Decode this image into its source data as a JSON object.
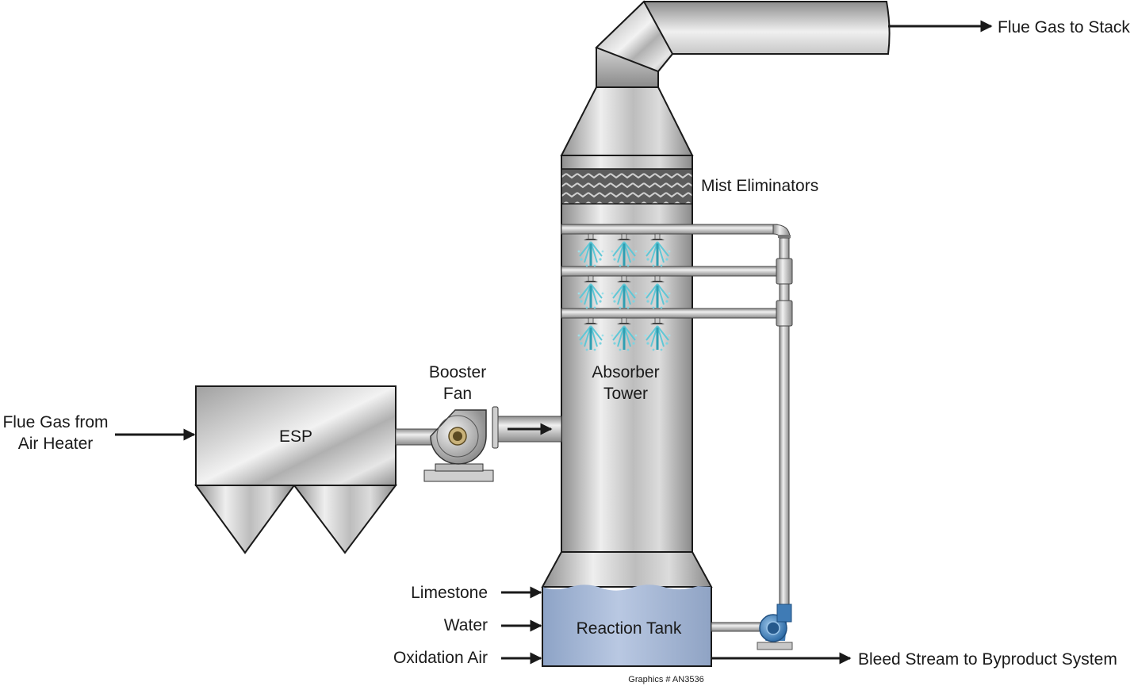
{
  "diagram": {
    "type": "process-flow",
    "subject": "Wet flue gas desulfurization (limestone scrubber) system",
    "components": {
      "esp": {
        "label": "ESP"
      },
      "booster_fan": {
        "label_line1": "Booster",
        "label_line2": "Fan"
      },
      "absorber_tower": {
        "label_line1": "Absorber",
        "label_line2": "Tower"
      },
      "mist_eliminators": {
        "label": "Mist Eliminators"
      },
      "reaction_tank": {
        "label": "Reaction Tank"
      },
      "spray_levels": 3,
      "nozzles_per_level": 3
    },
    "streams": {
      "flue_gas_in": {
        "line1": "Flue Gas from",
        "line2": "Air Heater"
      },
      "flue_gas_out": {
        "label": "Flue Gas to Stack"
      },
      "limestone": {
        "label": "Limestone"
      },
      "water": {
        "label": "Water"
      },
      "oxidation_air": {
        "label": "Oxidation Air"
      },
      "bleed_stream": {
        "label": "Bleed Stream to Byproduct System"
      }
    },
    "footer": {
      "graphics_id": "Graphics # AN3536"
    },
    "colors": {
      "steel_dark": "#8f8f8f",
      "steel_light": "#f0f0f0",
      "slurry": "#a9bbd8",
      "spray": "#5fc7d6",
      "pump_blue": "#4a86c0",
      "outline": "#1a1a1a"
    }
  }
}
